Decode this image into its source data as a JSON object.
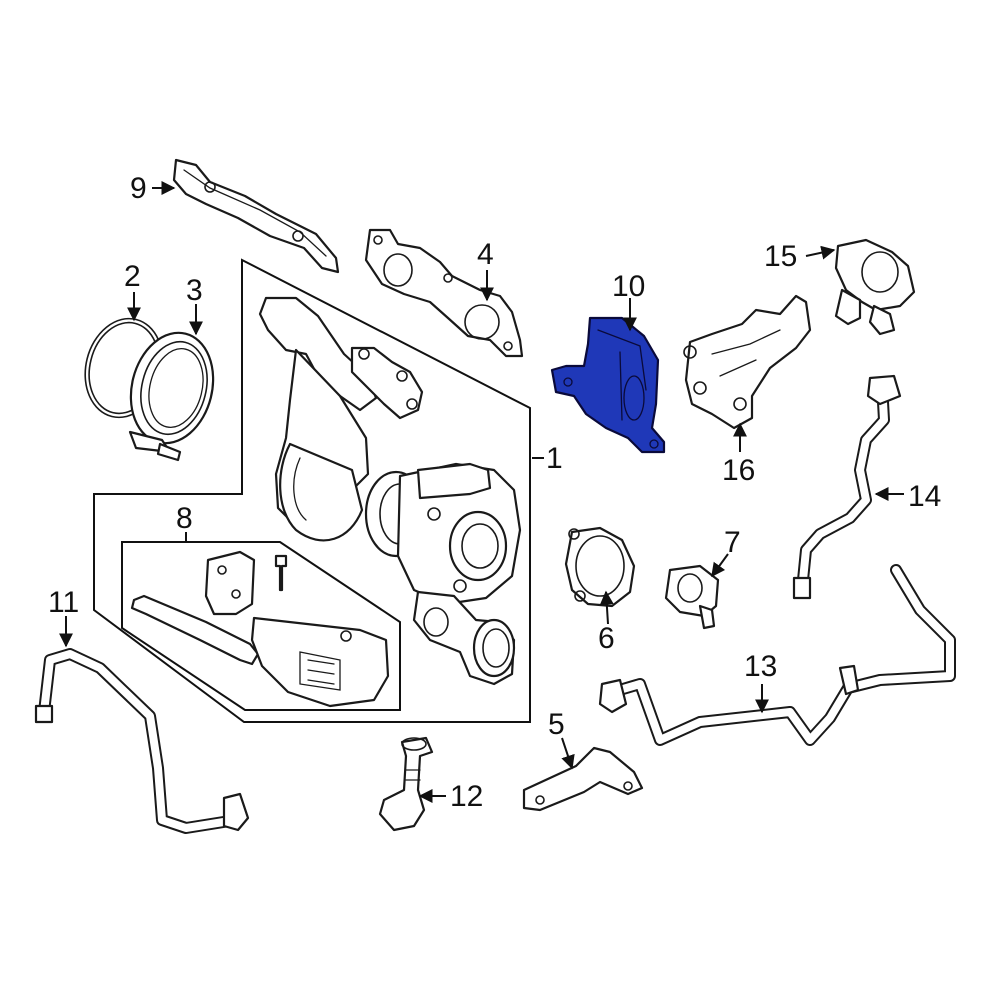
{
  "colors": {
    "highlight": "#1f38b8",
    "line": "#1a1a1a",
    "background": "#ffffff"
  },
  "highlighted_part": "10",
  "callouts": [
    {
      "id": "c1",
      "text": "1"
    },
    {
      "id": "c2",
      "text": "2"
    },
    {
      "id": "c3",
      "text": "3"
    },
    {
      "id": "c4",
      "text": "4"
    },
    {
      "id": "c5",
      "text": "5"
    },
    {
      "id": "c6",
      "text": "6"
    },
    {
      "id": "c7",
      "text": "7"
    },
    {
      "id": "c8",
      "text": "8"
    },
    {
      "id": "c9",
      "text": "9"
    },
    {
      "id": "c10",
      "text": "10"
    },
    {
      "id": "c11",
      "text": "11"
    },
    {
      "id": "c12",
      "text": "12"
    },
    {
      "id": "c13",
      "text": "13"
    },
    {
      "id": "c14",
      "text": "14"
    },
    {
      "id": "c15",
      "text": "15"
    },
    {
      "id": "c16",
      "text": "16"
    }
  ]
}
